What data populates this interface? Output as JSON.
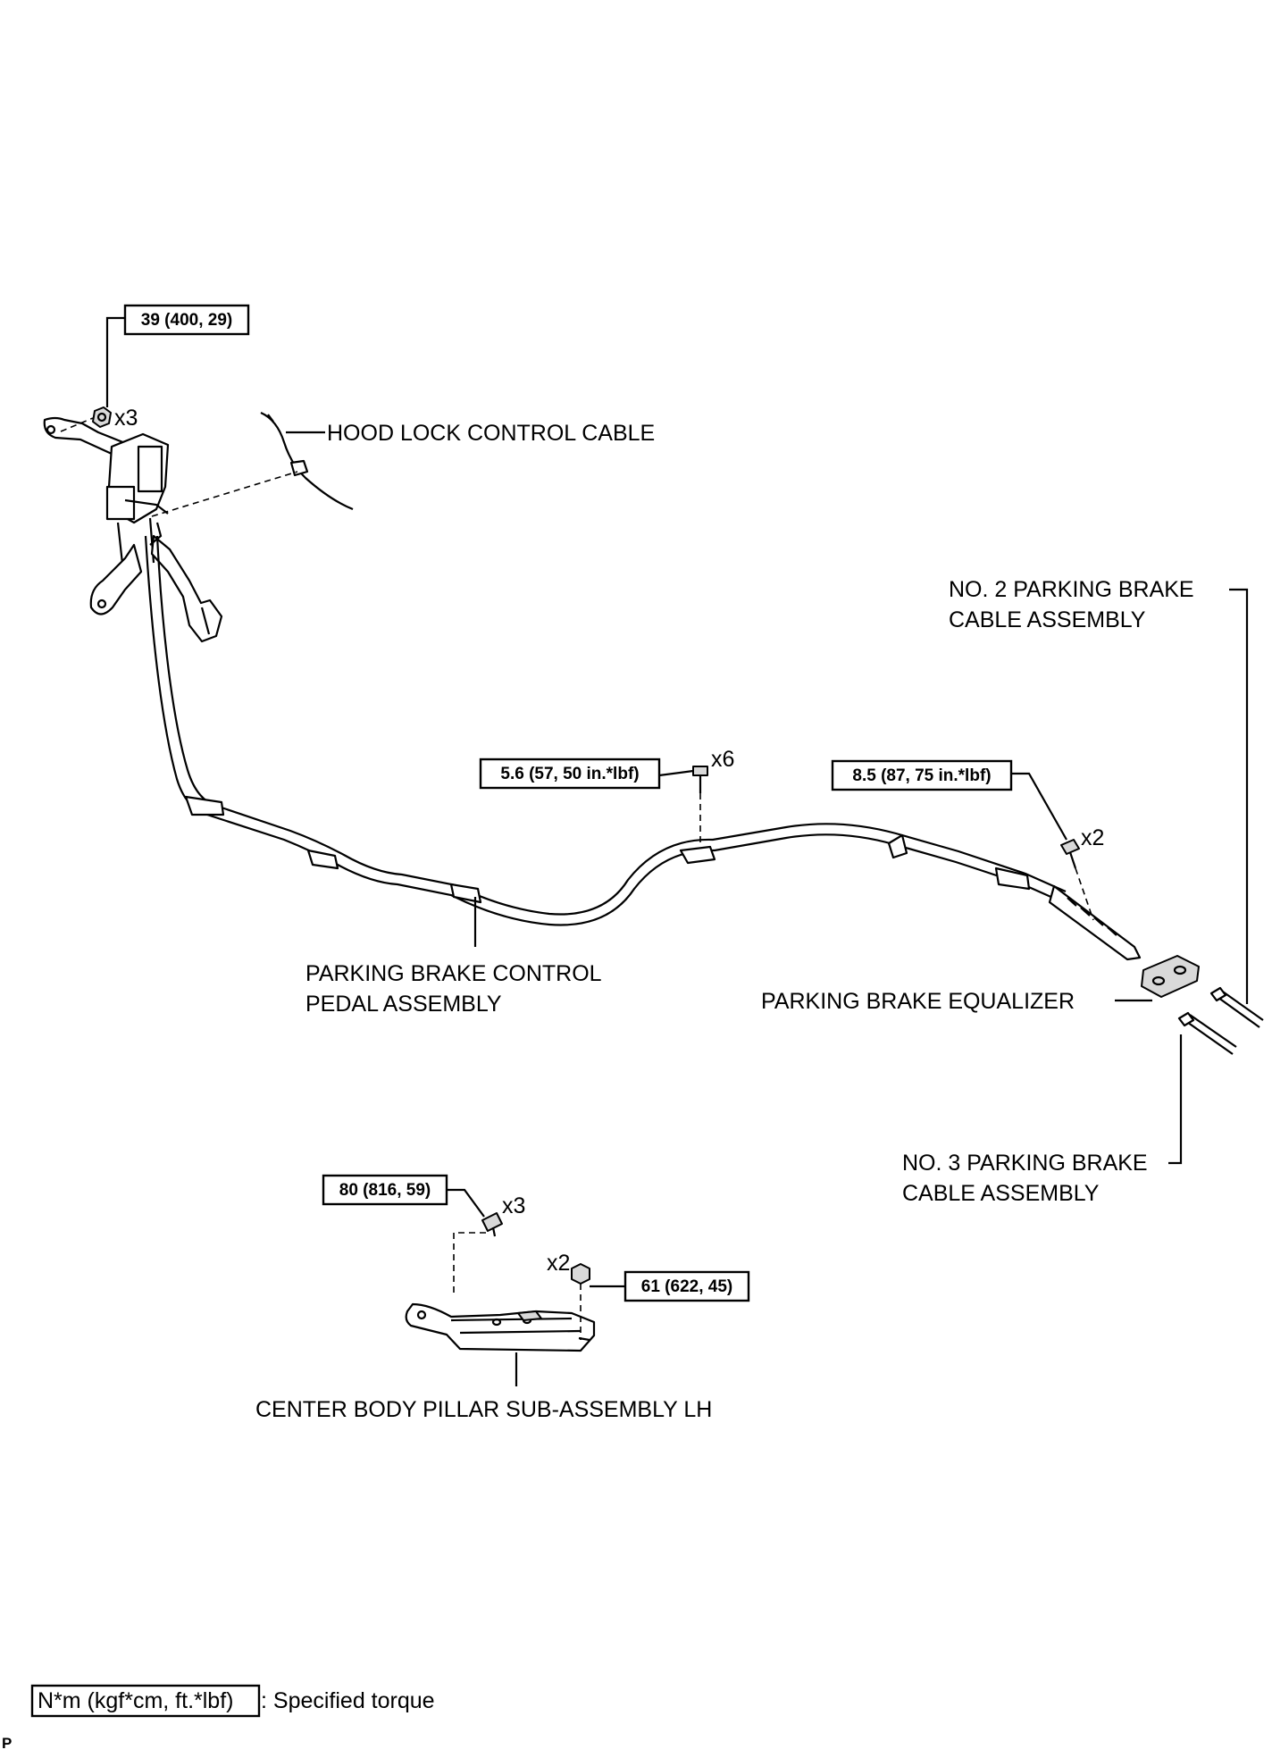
{
  "labels": {
    "hood_lock_control_cable": "HOOD LOCK CONTROL CABLE",
    "no2_cable_line1": "NO. 2 PARKING BRAKE",
    "no2_cable_line2": "CABLE ASSEMBLY",
    "pedal_line1": "PARKING BRAKE CONTROL",
    "pedal_line2": "PEDAL ASSEMBLY",
    "equalizer": "PARKING BRAKE EQUALIZER",
    "no3_cable_line1": "NO. 3 PARKING BRAKE",
    "no3_cable_line2": "CABLE ASSEMBLY",
    "center_pillar": "CENTER BODY PILLAR SUB-ASSEMBLY LH"
  },
  "torques": {
    "pedal_nut": "39 (400, 29)",
    "cable_bolt": "5.6 (57, 50 in.*lbf)",
    "equalizer_bolt": "8.5 (87, 75 in.*lbf)",
    "pillar_bolt": "80 (816, 59)",
    "pillar_nut": "61 (622, 45)"
  },
  "quantities": {
    "pedal_nut": "x3",
    "cable_bolt": "x6",
    "equalizer_bolt": "x2",
    "pillar_bolt": "x3",
    "pillar_nut": "x2"
  },
  "legend": {
    "unit_box": "N*m (kgf*cm, ft.*lbf)",
    "description": ": Specified torque"
  },
  "corner_code": "P"
}
